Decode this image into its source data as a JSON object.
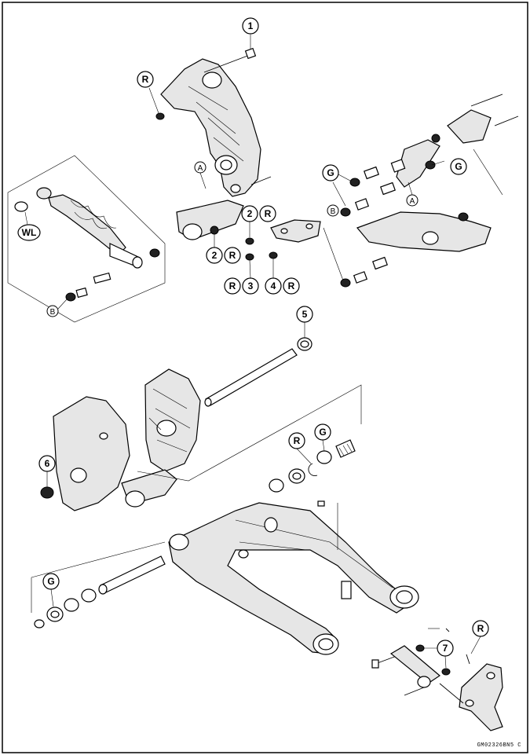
{
  "callouts": {
    "c1": "1",
    "c2a": "2",
    "c2b": "2",
    "c3": "3",
    "c4": "4",
    "c5": "5",
    "c6": "6",
    "c7": "7"
  },
  "symbols": {
    "R": "R",
    "G": "G",
    "A": "A",
    "B": "B",
    "WL": "WL"
  },
  "figure_code": "GM02326BN5 C"
}
